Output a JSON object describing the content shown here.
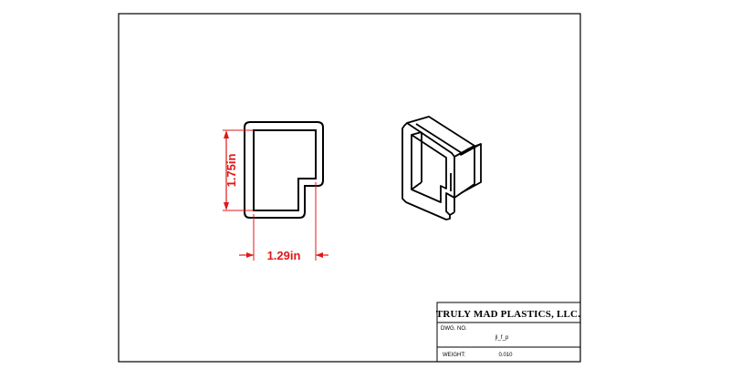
{
  "dimensions": {
    "height_label": "1.75in",
    "width_label": "1.29in",
    "color": "#e01818"
  },
  "title_block": {
    "company": "TRULY MAD PLASTICS, LLC.",
    "dwg_no_label": "DWG. NO.",
    "dwg_no_value": "jl_f_p",
    "weight_label": "WEIGHT:",
    "weight_value": "0.010"
  },
  "colors": {
    "line": "#000000",
    "background": "#ffffff"
  }
}
